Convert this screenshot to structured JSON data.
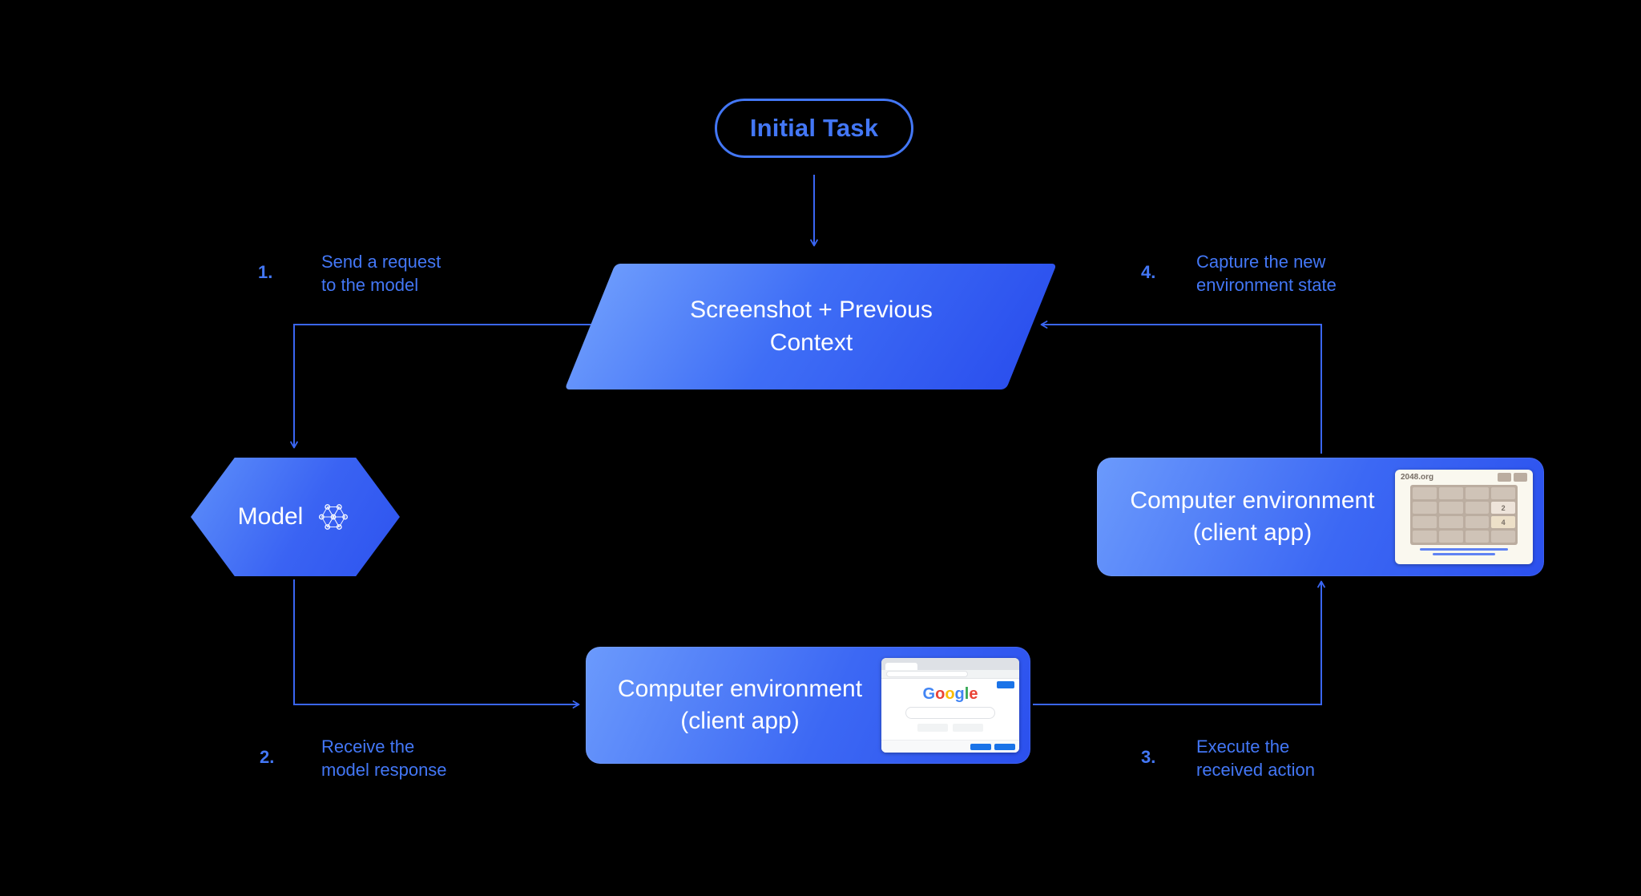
{
  "colors": {
    "background": "#000000",
    "accent_blue": "#4377f6",
    "arrow_blue": "#3a66f3",
    "shape_gradient_start": "#6b9afc",
    "shape_gradient_end": "#2b50ee",
    "node_text": "#ffffff"
  },
  "nodes": {
    "initial_task": {
      "label": "Initial Task"
    },
    "screenshot_context": {
      "line1": "Screenshot + Previous",
      "line2": "Context"
    },
    "model": {
      "label": "Model"
    },
    "env_client_bottom": {
      "line1": "Computer environment",
      "line2": "(client app)"
    },
    "env_client_right": {
      "line1": "Computer environment",
      "line2": "(client app)"
    }
  },
  "steps": [
    {
      "number": "1.",
      "line1": "Send a request",
      "line2": "to the model"
    },
    {
      "number": "2.",
      "line1": "Receive the",
      "line2": "model response"
    },
    {
      "number": "3.",
      "line1": "Execute the",
      "line2": "received action"
    },
    {
      "number": "4.",
      "line1": "Capture the new",
      "line2": "environment state"
    }
  ],
  "thumbnails": {
    "google": {
      "logo_letters": [
        "G",
        "o",
        "o",
        "g",
        "l",
        "e"
      ]
    },
    "game_2048": {
      "title": "2048.org",
      "tiles": {
        "tile_a": "2",
        "tile_b": "4"
      }
    }
  }
}
